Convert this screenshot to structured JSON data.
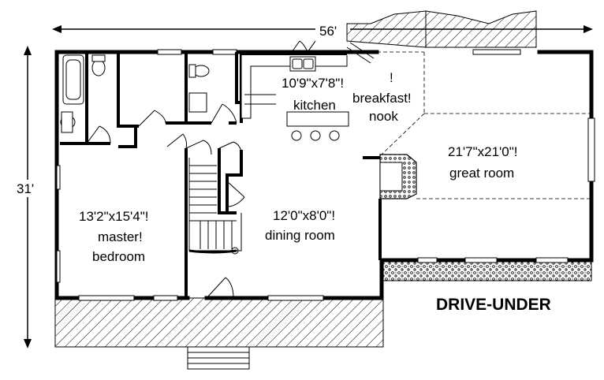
{
  "dimensions": {
    "width": "56'",
    "depth": "31'"
  },
  "rooms": {
    "kitchen": {
      "size": "10'9\"x7'8\"!",
      "name": "kitchen"
    },
    "breakfast": {
      "mark": "!",
      "name": "breakfast!",
      "name2": "nook"
    },
    "great_room": {
      "size": "21'7\"x21'0\"!",
      "name": "great room"
    },
    "master": {
      "size": "13'2\"x15'4\"!",
      "name": "master!",
      "name2": "bedroom"
    },
    "dining": {
      "size": "12'0\"x8'0\"!",
      "name": "dining room"
    }
  },
  "garage_label": "DRIVE-UNDER"
}
